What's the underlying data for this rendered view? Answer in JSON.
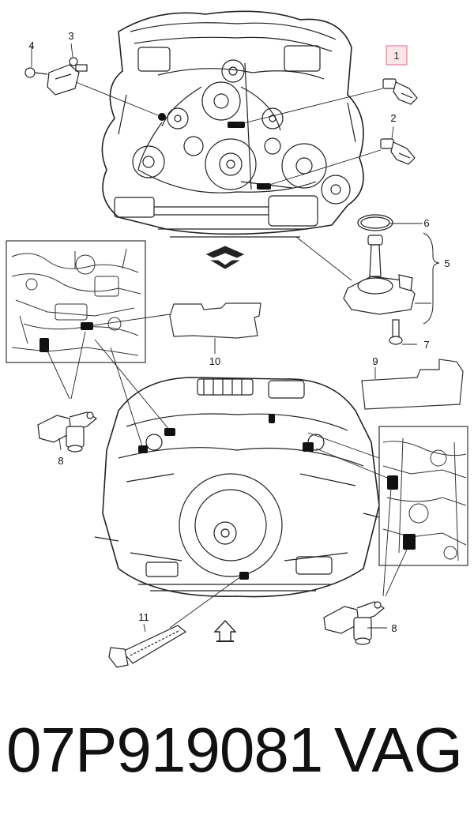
{
  "callouts": {
    "c1": "1",
    "c2": "2",
    "c3": "3",
    "c4": "4",
    "c5": "5",
    "c6": "6",
    "c7": "7",
    "c8a": "8",
    "c8b": "8",
    "c9": "9",
    "c10": "10",
    "c11": "11"
  },
  "highlight_color": "#e88aa0",
  "caption": {
    "part_number": "07P919081",
    "brand": "VAG"
  }
}
